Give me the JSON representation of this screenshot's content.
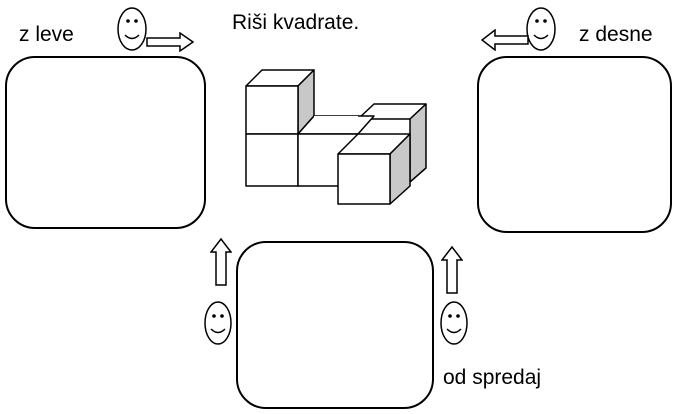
{
  "labels": {
    "left": "z  leve",
    "title": "Riši kvadrate.",
    "right": "z  desne",
    "front": "od spredaj"
  },
  "answer_boxes": [
    {
      "view": "left"
    },
    {
      "view": "right"
    },
    {
      "view": "front"
    }
  ],
  "icons": [
    "smiley-face-icon",
    "arrow-right-icon",
    "arrow-left-icon",
    "arrow-up-icon"
  ],
  "colors": {
    "ink": "#000000",
    "cube_face": "#ffffff",
    "cube_shade": "#c8c8c8"
  }
}
